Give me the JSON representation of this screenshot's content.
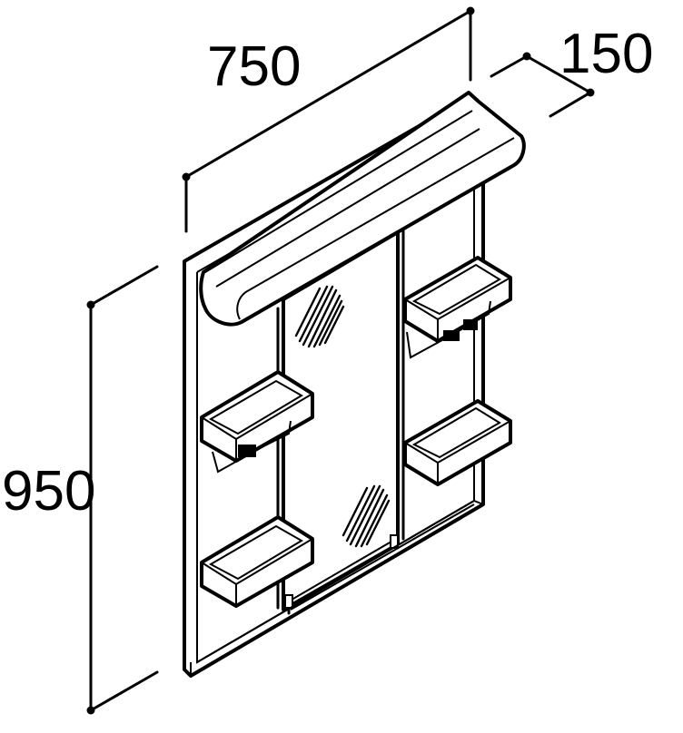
{
  "dimensions": {
    "width": "750",
    "depth": "150",
    "height": "950"
  },
  "colors": {
    "line": "#000000",
    "background": "#ffffff"
  }
}
